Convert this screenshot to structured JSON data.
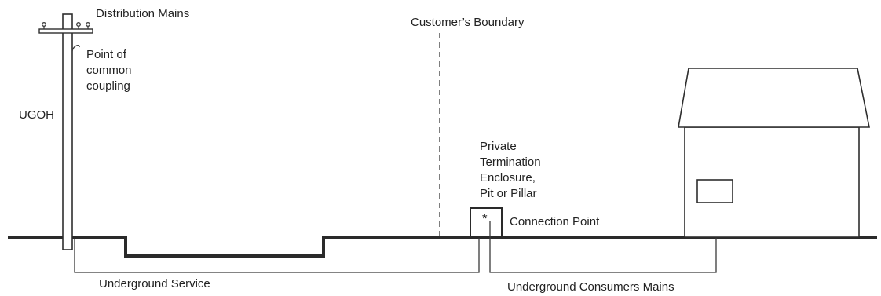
{
  "labels": {
    "distribution_mains": "Distribution Mains",
    "point_of_common_coupling": [
      "Point of",
      "common",
      "coupling"
    ],
    "ugoh": "UGOH",
    "customers_boundary": "Customer’s Boundary",
    "private_enclosure": [
      "Private",
      "Termination",
      "Enclosure,",
      "Pit or Pillar"
    ],
    "enclosure_marker": "*",
    "connection_point": "Connection Point",
    "underground_service": "Underground Service",
    "underground_consumers_mains": "Underground Consumers Mains"
  },
  "colors": {
    "line": "#2a2a2a",
    "text": "#222222",
    "background": "#ffffff"
  }
}
